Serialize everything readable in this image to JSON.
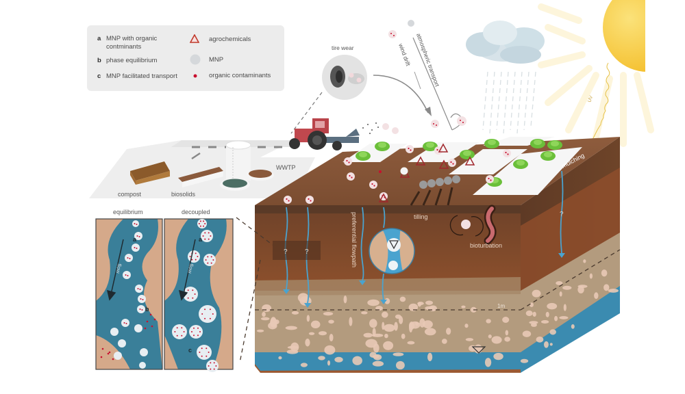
{
  "legend": {
    "items": [
      {
        "key": "a",
        "label": "MNP with organic contminants"
      },
      {
        "key": "b",
        "label": "phase equilibrium"
      },
      {
        "key": "c",
        "label": "MNP facilitated transport"
      }
    ],
    "symbols": [
      {
        "icon": "triangle-outline-icon",
        "label": "agrochemicals",
        "color": "#c0392b"
      },
      {
        "icon": "circle-filled-icon",
        "label": "MNP",
        "color": "#d5d8db"
      },
      {
        "icon": "dot-icon",
        "label": "organic contaminants",
        "color": "#c8102e"
      }
    ]
  },
  "sources": {
    "tire_wear": "tire wear",
    "wind_drift": "wind drift",
    "atmospheric_transport": "atmospheric transport",
    "wwtp": "WWTP",
    "compost": "compost",
    "biosolids": "biosolids",
    "uv": "UV"
  },
  "processes": {
    "mulching": "mulching",
    "tilling": "tilling",
    "bioturbation": "bioturbation",
    "preferential_flowpath": "preferential flowpath",
    "unknown_marker": "?",
    "depth_marker": "1m"
  },
  "inset": {
    "left_title": "equilibrium",
    "right_title": "decoupled",
    "flow_label": "flow",
    "marker_a": "a",
    "marker_b": "b",
    "marker_c": "c"
  },
  "colors": {
    "soil_top": "#8a5a3c",
    "topsoil": "#7a4a2c",
    "subsoil": "#a0522d",
    "sand": "#b39b7e",
    "water": "#3b8bb0",
    "pebble": "#e8c9b6",
    "mnp": "#e8eef2",
    "contaminant": "#c8102e",
    "plant": "#6bbf3a",
    "tractor": "#c0484e",
    "sun": "#f6c53d",
    "cloud": "#c9dbe3",
    "legend_bg": "#ececec"
  }
}
